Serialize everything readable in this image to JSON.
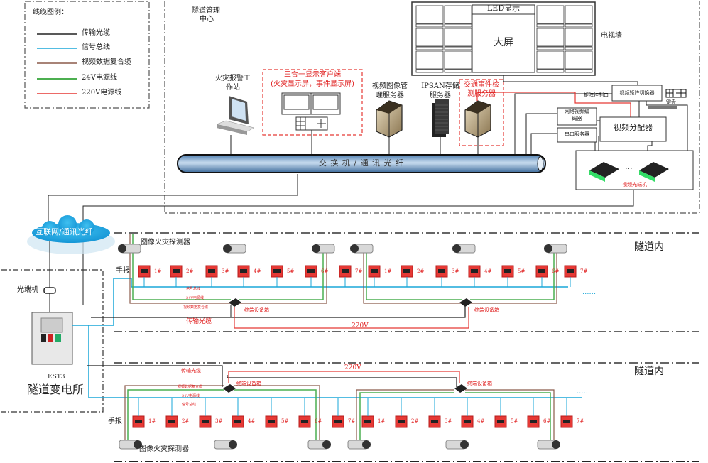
{
  "legend": {
    "title": "线缆图例：",
    "items": [
      {
        "label": "传输光缆",
        "color": "#222222"
      },
      {
        "label": "信号总线",
        "color": "#1aa7d8"
      },
      {
        "label": "视频数据复合缆",
        "color": "#8b5a4a"
      },
      {
        "label": "24V电源线",
        "color": "#4caf50"
      },
      {
        "label": "220V电源线",
        "color": "#e53935"
      }
    ]
  },
  "center": {
    "title_line1": "隧道管理",
    "title_line2": "中心",
    "video_wall": {
      "led_label": "LED显示",
      "big_screen_label": "大屏",
      "wall_label": "电视墙"
    },
    "fire_workstation": {
      "line1": "火灾报警工",
      "line2": "作站"
    },
    "three_in_one": {
      "line1": "三合一显示客户端",
      "line2": "(火灾显示屏，事件显示屏)"
    },
    "video_server": {
      "line1": "视频图像管",
      "line2": "理服务器"
    },
    "ipsan": {
      "line1": "IPSAN存储",
      "line2": "服务器"
    },
    "traffic_server": {
      "line1": "交通事件检",
      "line2": "测服务器"
    },
    "switch_label": "交 换 机 / 通 讯 光 纤",
    "matrix_port": "矩阵控制口",
    "matrix_switcher": "视频矩阵切换器",
    "keyboard": "键盘",
    "net_encoder": {
      "line1": "网络视频编",
      "line2": "码器"
    },
    "serial_server": "串口服务器",
    "video_distributor": "视频分配器",
    "optical_transceiver": "视频光端机",
    "ellipsis": "···"
  },
  "network": {
    "cloud_label": "互联网/通讯光纤"
  },
  "substation": {
    "optical_label": "光端机",
    "panel_label": "EST3",
    "title": "隧道变电所"
  },
  "tunnel_upper": {
    "title": "隧道内",
    "detector_label": "图像火灾探测器",
    "manual_label": "手报",
    "signal_bus": "信号总线",
    "power24": "24V电源线",
    "composite": "视频数据复合缆",
    "fiber": "传输光缆",
    "terminal_box": "终端设备箱",
    "v220": "220V",
    "more": "······",
    "group1": [
      "1#",
      "2#",
      "3#",
      "4#",
      "5#",
      "6#",
      "7#"
    ],
    "group2": [
      "1#",
      "2#",
      "3#",
      "4#",
      "5#",
      "6#",
      "7#"
    ]
  },
  "tunnel_lower": {
    "title": "隧道内",
    "detector_label": "图像火灾探测器",
    "manual_label": "手报",
    "signal_bus": "信号总线",
    "power24": "24V电源线",
    "composite": "视频数据复合缆",
    "fiber": "传输光缆",
    "terminal_box": "终端设备箱",
    "v220": "220V",
    "more": "······",
    "group1": [
      "1#",
      "2#",
      "3#",
      "4#",
      "5#",
      "6#",
      "7#"
    ],
    "group2": [
      "1#",
      "2#",
      "3#",
      "4#",
      "5#",
      "6#",
      "7#"
    ]
  }
}
